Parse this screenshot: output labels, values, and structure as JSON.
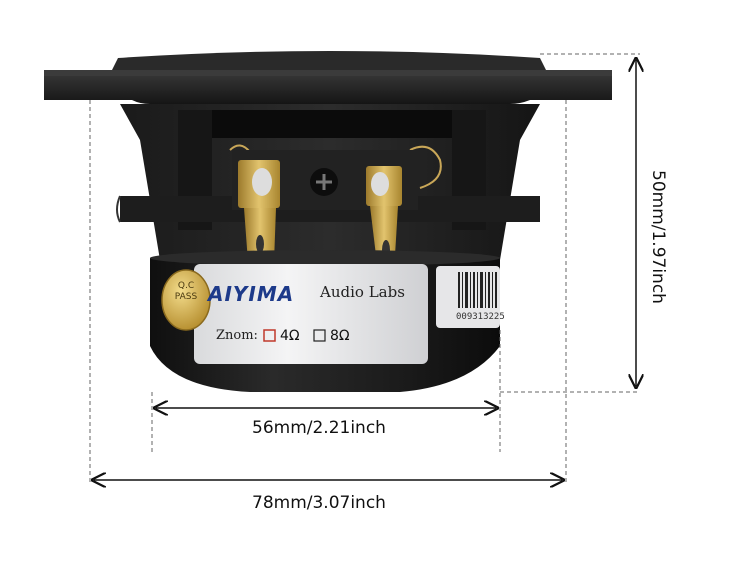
{
  "product": {
    "brand": "AIYIMA",
    "subtitle": "Audio Labs",
    "impedance_label": "Znom:",
    "impedance_options": [
      "4Ω",
      "8Ω"
    ],
    "selected_impedance": "4Ω",
    "barcode_text": "009313225",
    "qc_badge": [
      "Q.C",
      "PASS"
    ]
  },
  "dimensions": {
    "height": "50mm/1.97inch",
    "inner_width": "56mm/2.21inch",
    "outer_width": "78mm/3.07inch"
  },
  "colors": {
    "speaker_body": "#1e1e1e",
    "label_bg": "#e9eaec",
    "brand_blue": "#1d3a8a",
    "terminal_gold": "#c8a24a"
  }
}
